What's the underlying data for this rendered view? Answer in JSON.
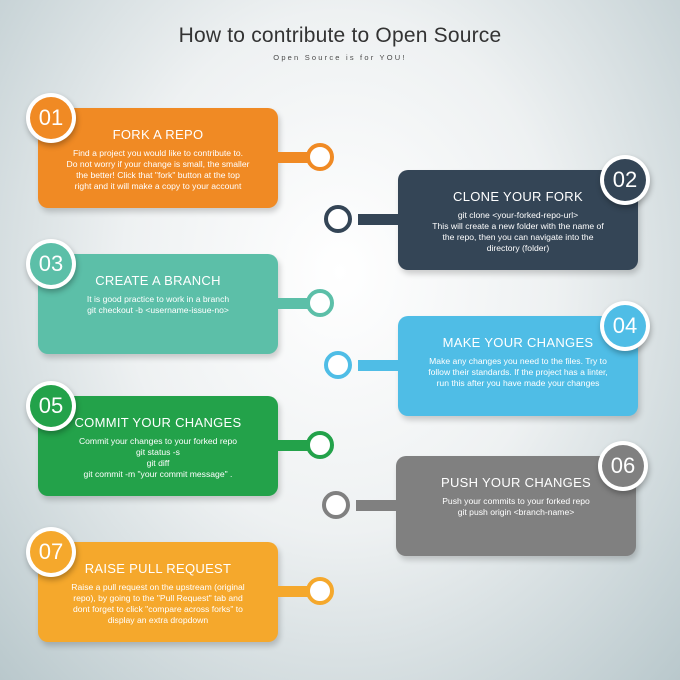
{
  "header": {
    "title": "How to contribute to Open Source",
    "subtitle": "Open Source is for YOU!"
  },
  "colors": {
    "orange": "#f08a24",
    "dark_slate": "#344556",
    "teal": "#5cbfa8",
    "sky_blue": "#4fbde6",
    "green": "#23a24a",
    "gray": "#808080",
    "amber": "#f5a82c"
  },
  "steps": [
    {
      "number": "01",
      "title": "FORK A REPO",
      "text": "Find a project you would like to contribute to.\nDo not worry if your change is small, the smaller\nthe better! Click that \"fork\" button at the top\nright and it will make a copy to your account"
    },
    {
      "number": "02",
      "title": "CLONE YOUR FORK",
      "text": "git clone <your-forked-repo-url>\nThis will create a new folder with the name of\nthe repo, then you can navigate into the\ndirectory (folder)"
    },
    {
      "number": "03",
      "title": "CREATE A BRANCH",
      "text": "It is good practice to work in a branch\ngit checkout -b <username-issue-no>"
    },
    {
      "number": "04",
      "title": "MAKE YOUR CHANGES",
      "text": "Make any changes you need to the files. Try to\nfollow their standards. If the project has a linter,\nrun this after you have made your changes"
    },
    {
      "number": "05",
      "title": "COMMIT YOUR CHANGES",
      "text": "Commit your changes to your forked repo\ngit status -s\ngit diff\ngit commit -m \"your commit message\" ."
    },
    {
      "number": "06",
      "title": "PUSH YOUR CHANGES",
      "text": "Push your commits to your forked repo\ngit push origin <branch-name>"
    },
    {
      "number": "07",
      "title": "RAISE PULL REQUEST",
      "text": "Raise a pull request on the upstream (original\nrepo), by going to the \"Pull Request\" tab and\ndont forget to click \"compare across forks\" to\ndisplay an extra dropdown"
    }
  ]
}
